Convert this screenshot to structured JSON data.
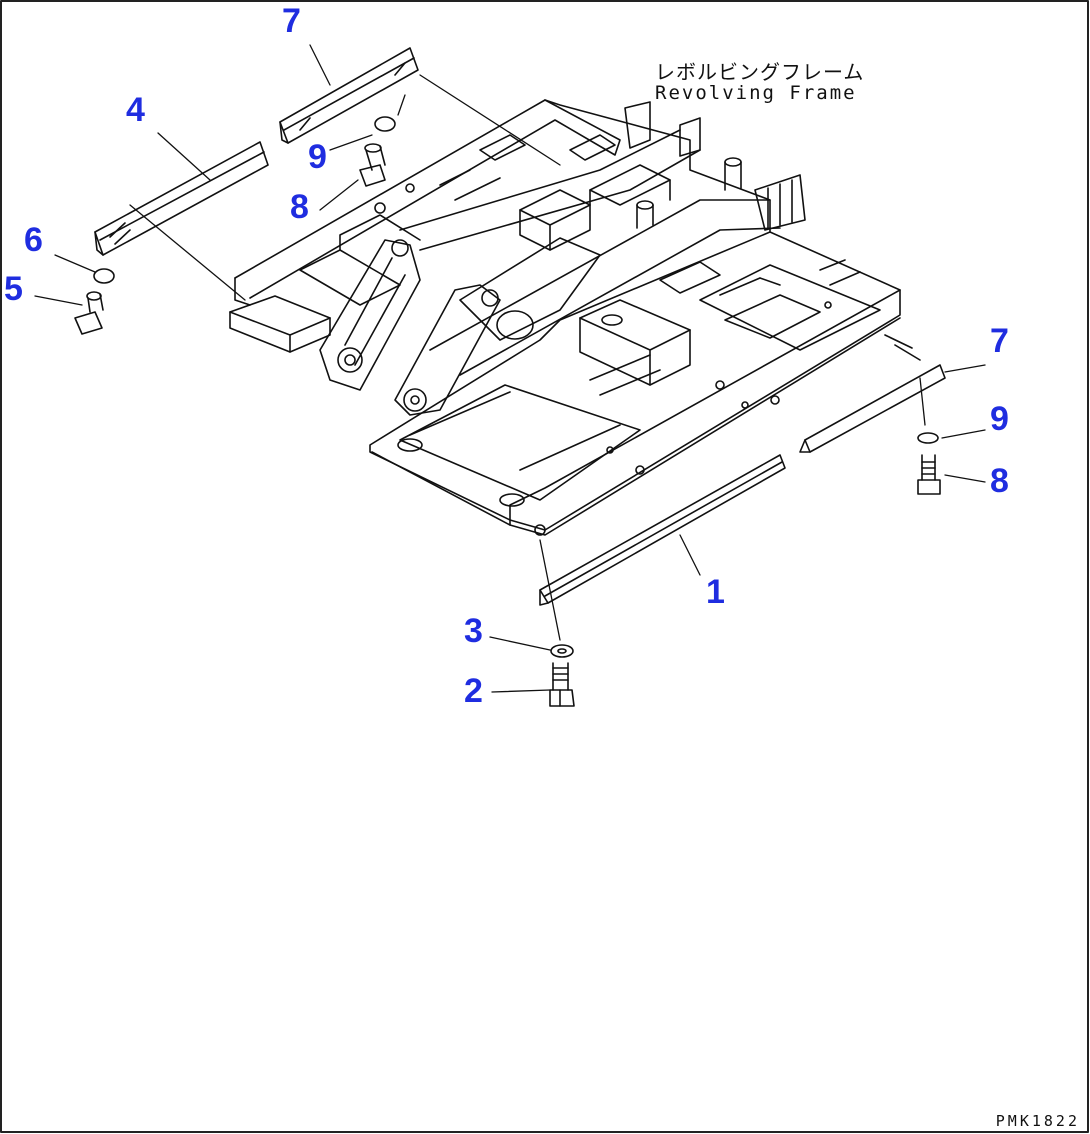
{
  "title": {
    "japanese": "レボルビングフレーム",
    "english": "Revolving Frame"
  },
  "callouts": {
    "c1": "1",
    "c2": "2",
    "c3": "3",
    "c4": "4",
    "c5": "5",
    "c6": "6",
    "c7a": "7",
    "c7b": "7",
    "c8a": "8",
    "c8b": "8",
    "c9a": "9",
    "c9b": "9"
  },
  "drawing_code": "PMK1822",
  "colors": {
    "line": "#111111",
    "callout": "#1f2de0",
    "background": "#ffffff"
  }
}
